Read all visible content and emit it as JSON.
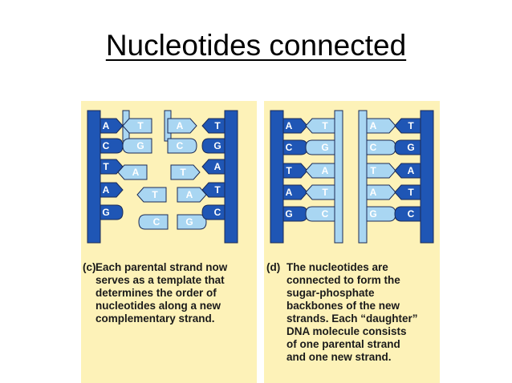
{
  "title": "Nucleotides connected",
  "panel_c": {
    "label": "(c)",
    "caption_lines": [
      "Each parental strand now",
      "serves as a template that",
      "determines the order of",
      "nucleotides along a new",
      "complementary strand."
    ],
    "left_strand_bases": [
      "A",
      "C",
      "T",
      "A",
      "G"
    ],
    "left_loose_bases": [
      "T",
      "G",
      "A",
      "T",
      "C"
    ],
    "right_loose_bases": [
      "A",
      "C",
      "T",
      "A",
      "G"
    ],
    "right_strand_bases": [
      "T",
      "G",
      "A",
      "T",
      "C"
    ]
  },
  "panel_d": {
    "label": "(d)",
    "caption_lines": [
      "The nucleotides are",
      "connected to form the",
      "sugar-phosphate",
      "backbones of the new",
      "strands. Each “daughter”",
      "DNA molecule consists",
      "of one parental strand",
      "and one new strand."
    ],
    "left_parent_bases": [
      "A",
      "C",
      "T",
      "A",
      "G"
    ],
    "left_new_bases": [
      "T",
      "G",
      "A",
      "T",
      "C"
    ],
    "right_new_bases": [
      "A",
      "C",
      "T",
      "A",
      "G"
    ],
    "right_parent_bases": [
      "T",
      "G",
      "A",
      "T",
      "C"
    ]
  },
  "colors": {
    "background": "#fdf2b8",
    "parental_strand": "#1f56b5",
    "new_strand": "#a9d6f2",
    "outline": "#1b2a55"
  }
}
